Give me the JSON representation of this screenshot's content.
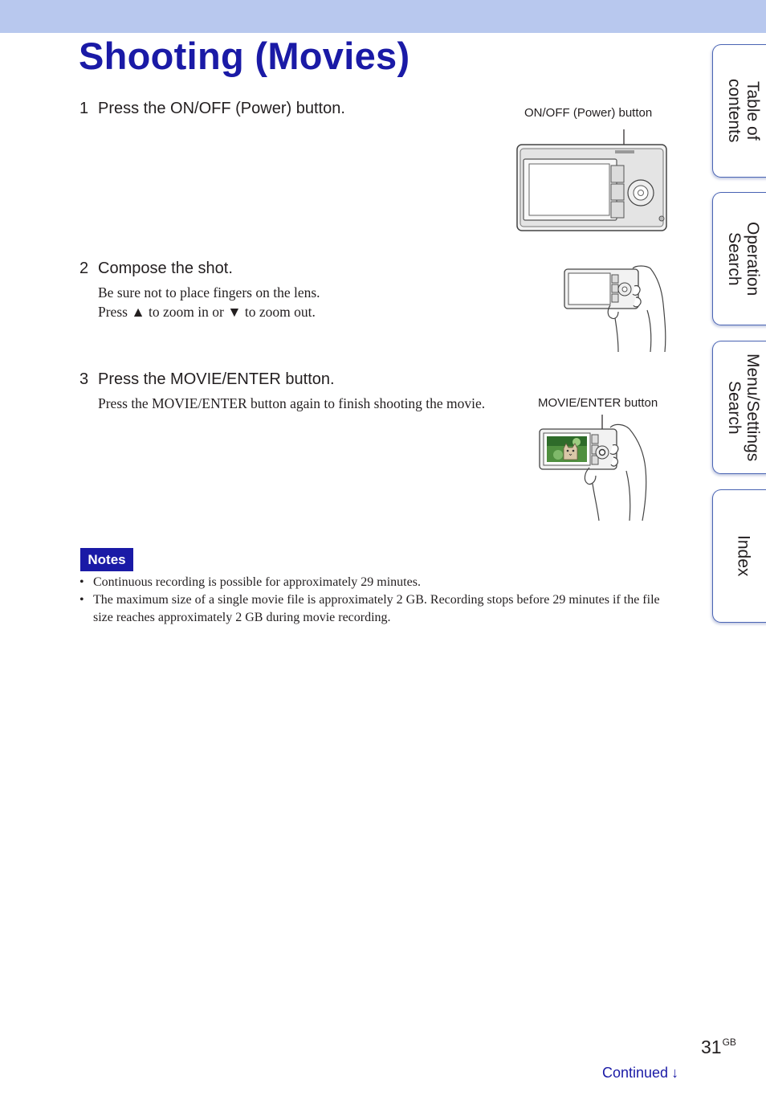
{
  "page": {
    "title": "Shooting (Movies)",
    "page_number": "31",
    "page_suffix": "GB",
    "continued": "Continued",
    "continued_icon": "arrow-down-icon"
  },
  "steps": [
    {
      "number": "1",
      "heading": "Press the ON/OFF (Power) button.",
      "callout": "ON/OFF (Power) button",
      "body": []
    },
    {
      "number": "2",
      "heading": "Compose the shot.",
      "body": [
        "Be sure not to place fingers on the lens.",
        "Press ▲ to zoom in or ▼ to zoom out."
      ]
    },
    {
      "number": "3",
      "heading": "Press the MOVIE/ENTER button.",
      "callout": "MOVIE/ENTER button",
      "body": [
        "Press the MOVIE/ENTER button again to finish shooting the movie."
      ]
    }
  ],
  "notes": {
    "label": "Notes",
    "items": [
      "Continuous recording is possible for approximately 29 minutes.",
      "The maximum size of a single movie file is approximately 2 GB. Recording stops before 29 minutes if the file size reaches approximately 2 GB during movie recording."
    ],
    "bullet": "•"
  },
  "side_tabs": [
    {
      "label": "Table of\ncontents"
    },
    {
      "label": "Operation\nSearch"
    },
    {
      "label": "Menu/Settings\nSearch"
    },
    {
      "label": "Index"
    }
  ],
  "colors": {
    "title_blue": "#1a1aa6",
    "top_bar": "#b8c8ee",
    "tab_border": "#4a64b4"
  }
}
